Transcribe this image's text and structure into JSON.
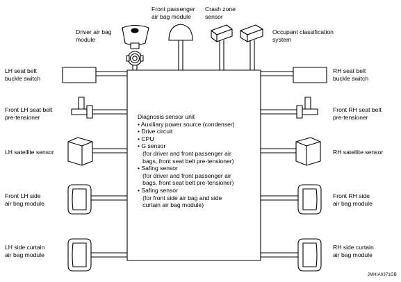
{
  "labels": {
    "driver_airbag": "Driver air bag\nmodule",
    "front_passenger_airbag": "Front passenger\nair bag module",
    "crash_zone_sensor": "Crash zone\nsensor",
    "occupant_classification": "Occupant classification\nsystem",
    "lh_buckle": "LH seat belt\nbuckle switch",
    "rh_buckle": "RH seat belt\nbuckle switch",
    "front_lh_pretensioner": "Front LH seat belt\npre-tensioner",
    "front_rh_pretensioner": "Front RH seat belt\npre-tensioner",
    "lh_satellite": "LH satellite sensor",
    "rh_satellite": "RH satellite sensor",
    "front_lh_side_airbag": "Front LH side\nair bag module",
    "front_rh_side_airbag": "Front RH side\nair bag module",
    "lh_curtain_airbag": "LH side curtain\nair bag module",
    "rh_curtain_airbag": "RH side curtain\nair bag module"
  },
  "unit": {
    "text": "Diagnosis sensor unit\n• Auxiliary power source (condenser)\n• Drive circuit\n• CPU\n• G sensor\n   (for driver and front passenger air\n   bags, front seat belt pre-tensioner)\n• Safing sensor\n   (for driver and front passenger air\n   bags, front seat belt pre-tensioner)\n• Safing sensor\n   (for front side air bag and side\n   curtain air bag module)"
  },
  "figure_code": "JMHIA0371GB"
}
